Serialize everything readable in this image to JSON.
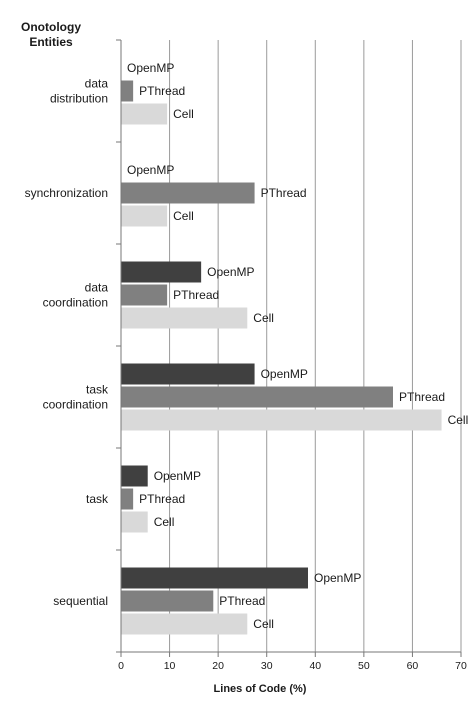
{
  "chart_data": {
    "type": "bar",
    "orientation": "horizontal",
    "title": "Onotology\nEntities",
    "xlabel": "Lines of Code (%)",
    "ylabel": "",
    "xlim": [
      0,
      70
    ],
    "xticks": [
      0,
      10,
      20,
      30,
      40,
      50,
      60,
      70
    ],
    "grid": true,
    "legend": "none",
    "categories": [
      "data\ndistribution",
      "synchronization",
      "data\ncoordination",
      "task\ncoordination",
      "task",
      "sequential"
    ],
    "series": [
      {
        "name": "OpenMP",
        "color": "#404040",
        "values": [
          0,
          0,
          16.5,
          27.5,
          5.5,
          38.5
        ]
      },
      {
        "name": "PThread",
        "color": "#808080",
        "values": [
          2.5,
          27.5,
          9.5,
          56,
          2.5,
          19
        ]
      },
      {
        "name": "Cell",
        "color": "#d9d9d9",
        "values": [
          9.5,
          9.5,
          26,
          66,
          5.5,
          26
        ]
      }
    ]
  }
}
